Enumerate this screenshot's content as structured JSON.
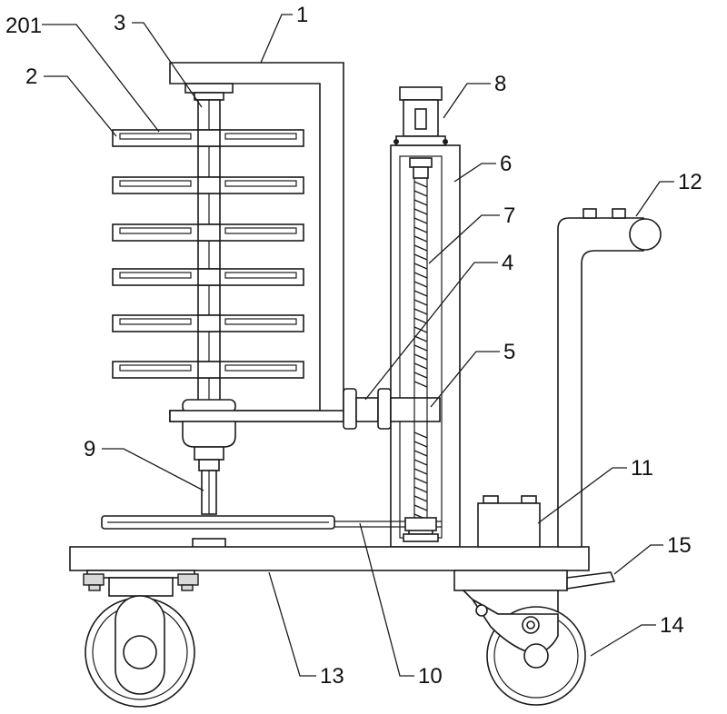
{
  "labels": {
    "l1": "1",
    "l201": "201",
    "l2": "2",
    "l3": "3",
    "l4": "4",
    "l5": "5",
    "l6": "6",
    "l7": "7",
    "l8": "8",
    "l9": "9",
    "l10": "10",
    "l11": "11",
    "l12": "12",
    "l13": "13",
    "l14": "14",
    "l15": "15"
  }
}
